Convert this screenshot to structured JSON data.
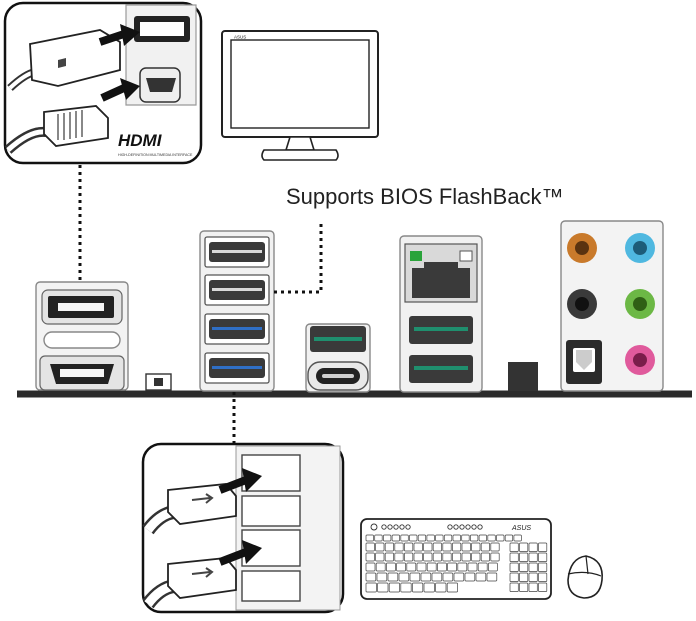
{
  "labels": {
    "flashback_note": "Supports BIOS FlashBack™",
    "hdmi_logo": "HDMI",
    "hdmi_tagline": "HIGH-DEFINITION MULTIMEDIA INTERFACE",
    "monitor_brand": "ASUS",
    "keyboard_brand": "ASUS"
  },
  "colors": {
    "usb3_insert": "#2f6fc6",
    "usbc_insert": "#1f8f6e",
    "lan_led": "#2aa33a",
    "audio_orange": "#c97a2b",
    "audio_blue": "#4fb8e0",
    "audio_black": "#3a3a3a",
    "audio_green": "#6cb845",
    "audio_pink": "#e05a9c",
    "board_edge": "#2b2b2b"
  },
  "icons": [
    "hdmi-plug-icon",
    "usb-plug-icon",
    "monitor-icon",
    "keyboard-icon",
    "mouse-icon"
  ]
}
